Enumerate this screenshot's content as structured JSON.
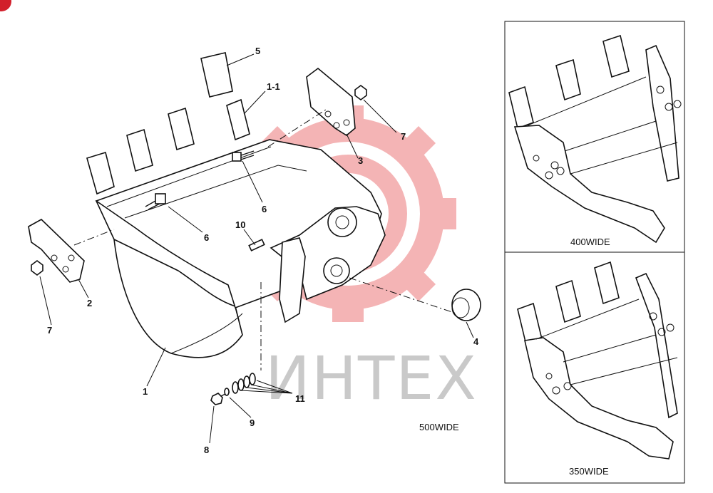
{
  "watermark": {
    "text": "ИНТЕХ",
    "gear_color": "#f3a7a9",
    "text_color": "#c9c9c9"
  },
  "brand_badge_color": "#d21f2b",
  "main_view": {
    "caption": "500WIDE",
    "callouts": [
      {
        "id": "5",
        "text": "5"
      },
      {
        "id": "1-1",
        "text": "1-1"
      },
      {
        "id": "7a",
        "text": "7"
      },
      {
        "id": "3",
        "text": "3"
      },
      {
        "id": "6a",
        "text": "6"
      },
      {
        "id": "6b",
        "text": "6"
      },
      {
        "id": "10",
        "text": "10"
      },
      {
        "id": "2",
        "text": "2"
      },
      {
        "id": "7b",
        "text": "7"
      },
      {
        "id": "1",
        "text": "1"
      },
      {
        "id": "4",
        "text": "4"
      },
      {
        "id": "11",
        "text": "11"
      },
      {
        "id": "9",
        "text": "9"
      },
      {
        "id": "8",
        "text": "8"
      }
    ]
  },
  "inset_views": [
    {
      "caption": "400WIDE"
    },
    {
      "caption": "350WIDE"
    }
  ]
}
